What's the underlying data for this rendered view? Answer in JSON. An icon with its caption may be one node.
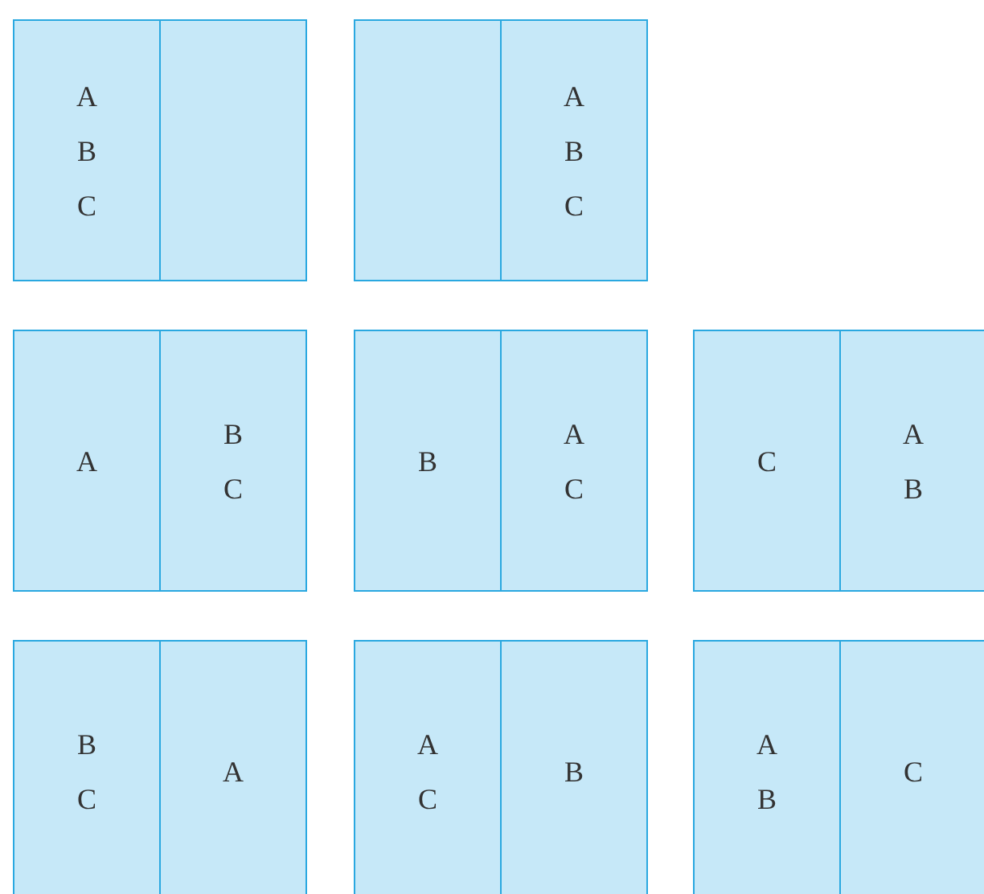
{
  "diagram": {
    "nodes": [
      {
        "text": [
          "A",
          "B",
          "C"
        ]
      },
      {
        "text": [],
        "shape": "box"
      },
      {
        "text": [],
        "shape": "box"
      },
      {
        "text": [
          "A",
          "B",
          "C"
        ]
      },
      {
        "text": [
          "A"
        ]
      },
      {
        "text": [
          "B",
          "C"
        ]
      },
      {
        "text": [
          "B"
        ]
      },
      {
        "text": [
          "A",
          "C"
        ]
      },
      {
        "text": [
          "C"
        ]
      },
      {
        "text": [
          "A",
          "B"
        ]
      },
      {
        "text": [
          "B",
          "C"
        ]
      },
      {
        "text": [
          "A"
        ]
      },
      {
        "text": [
          "A",
          "C"
        ]
      },
      {
        "text": [
          "B"
        ]
      },
      {
        "text": [
          "A",
          "B"
        ]
      },
      {
        "text": [
          "C"
        ]
      }
    ]
  }
}
